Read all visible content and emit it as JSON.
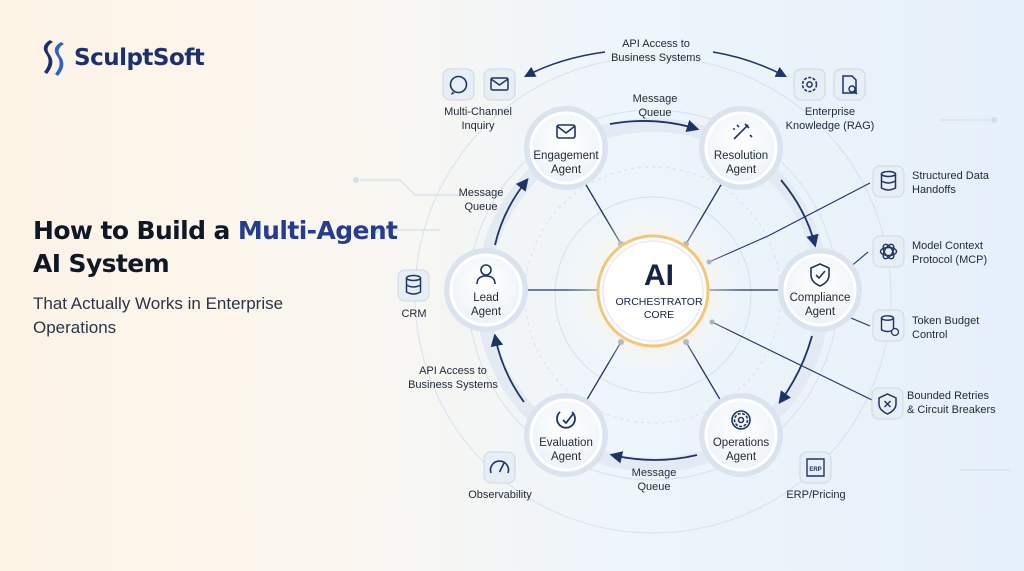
{
  "brand": {
    "name": "SculptSoft"
  },
  "headline": {
    "line1_pre": "How to Build a ",
    "line1_accent": "Multi-Agent",
    "line2": "AI System",
    "subtitle": "That Actually Works in Enterprise Operations"
  },
  "core": {
    "title": "AI",
    "subtitle": "ORCHESTRATOR\nCORE"
  },
  "agents": {
    "engagement": "Engagement\nAgent",
    "resolution": "Resolution\nAgent",
    "compliance": "Compliance\nAgent",
    "operations": "Operations\nAgent",
    "evaluation": "Evaluation\nAgent",
    "lead": "Lead\nAgent"
  },
  "connections": {
    "top_api": "API Access to\nBusiness Systems",
    "left_api": "API Access to\nBusiness Systems",
    "queue_top": "Message\nQueue",
    "queue_left": "Message\nQueue",
    "queue_bottom": "Message\nQueue"
  },
  "tools": {
    "multi_channel": "Multi-Channel\nInquiry",
    "enterprise_knowledge": "Enterprise\nKnowledge (RAG)",
    "crm": "CRM",
    "observability": "Observability",
    "erp": "ERP/Pricing"
  },
  "icons": {
    "whatsapp": "whatsapp-icon",
    "mail": "mail-icon",
    "gear": "gear-icon",
    "doc_search": "document-search-icon",
    "database": "database-icon",
    "openai": "openai-icon",
    "shield_x": "shield-x-icon",
    "gauge": "gauge-icon",
    "erp": "erp-icon",
    "user": "user-icon",
    "check": "check-circle-icon",
    "wand": "wand-icon",
    "shield_check": "shield-check-icon"
  },
  "controls": {
    "structured": "Structured Data\nHandoffs",
    "mcp": "Model Context\nProtocol (MCP)",
    "token": "Token Budget\nControl",
    "retries": "Bounded Retries\n& Circuit Breakers"
  },
  "colors": {
    "navy": "#1e2f6e",
    "accent": "#243d8f",
    "arrow": "#1c3567",
    "node_ring": "#cfd9e6"
  }
}
